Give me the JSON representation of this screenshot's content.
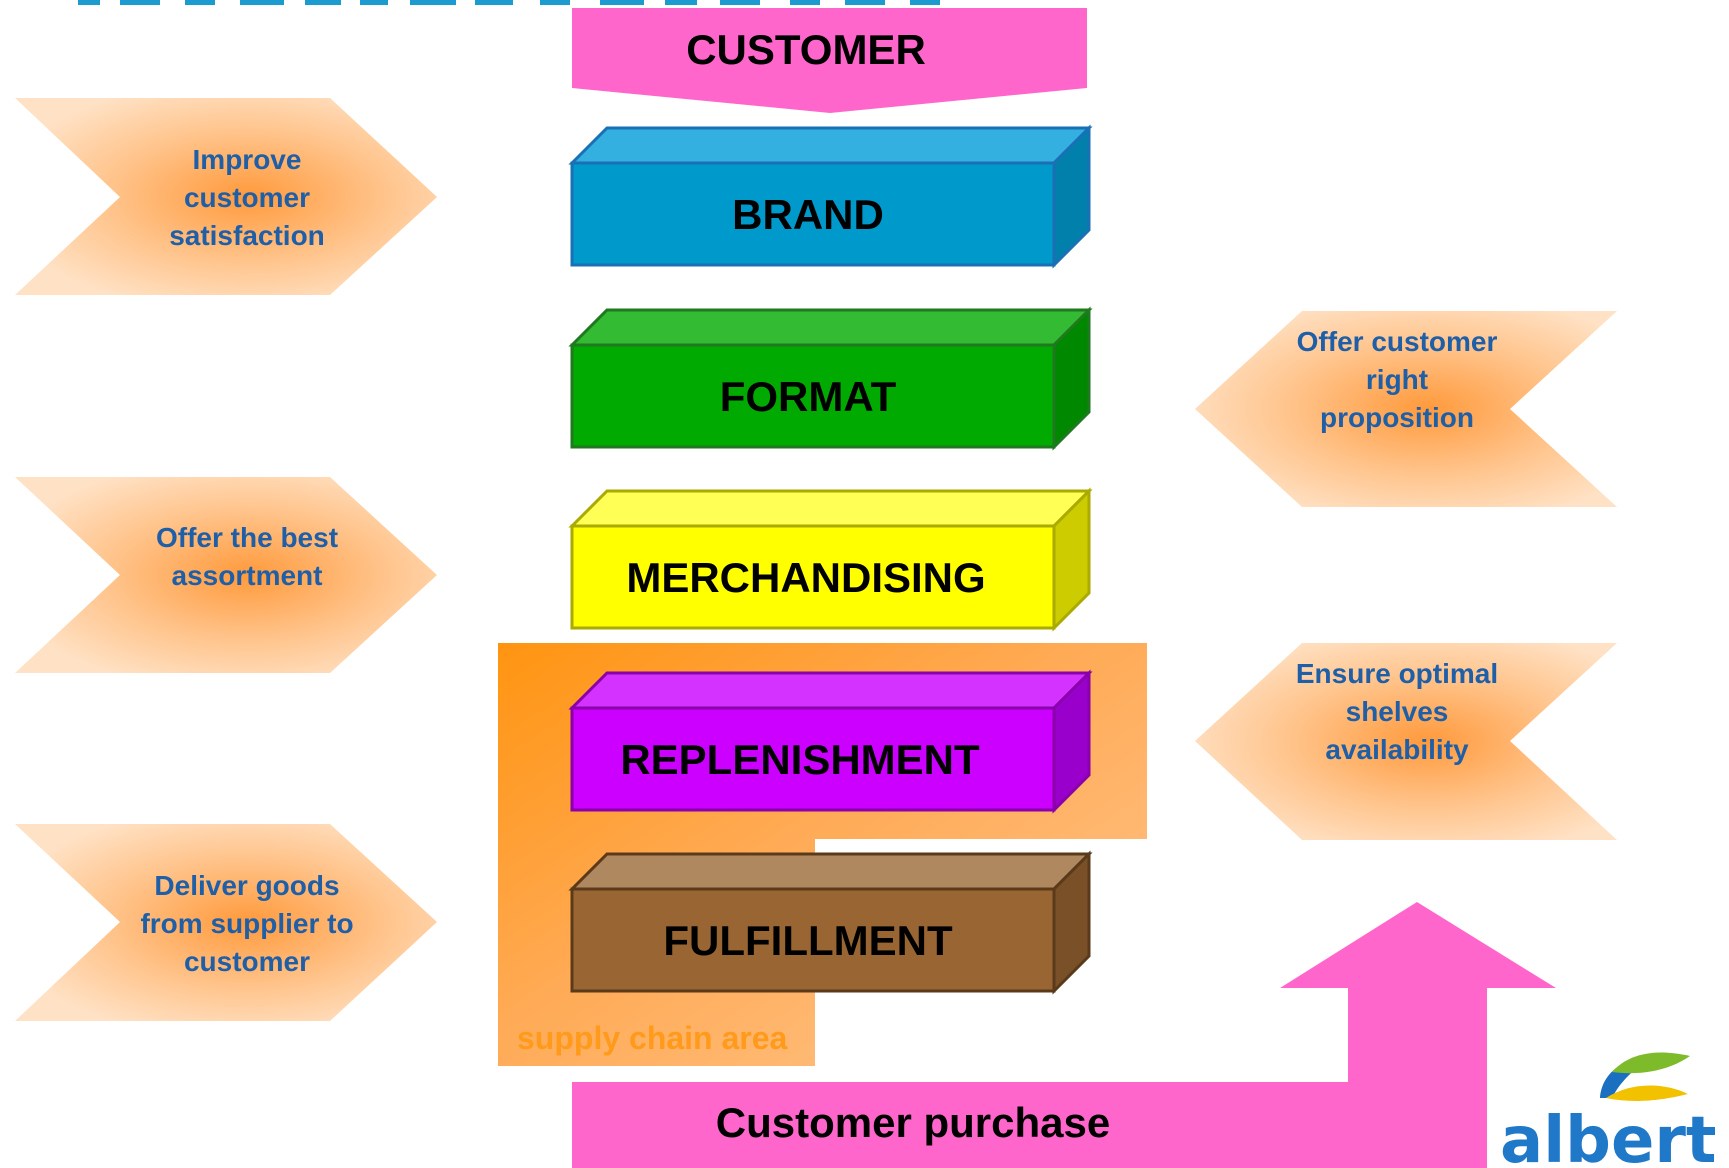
{
  "diagram": {
    "customer_label": "CUSTOMER",
    "layers": [
      {
        "label": "BRAND"
      },
      {
        "label": "FORMAT"
      },
      {
        "label": "MERCHANDISING"
      },
      {
        "label": "REPLENISHMENT"
      },
      {
        "label": "FULFILLMENT"
      }
    ],
    "left_notes": [
      {
        "lines": [
          "Improve",
          "customer",
          "satisfaction"
        ]
      },
      {
        "lines": [
          "Offer the best",
          "assortment"
        ]
      },
      {
        "lines": [
          "Deliver goods",
          "from supplier to",
          "customer"
        ]
      }
    ],
    "right_notes": [
      {
        "lines": [
          "Offer customer",
          "right",
          "proposition"
        ]
      },
      {
        "lines": [
          "Ensure optimal",
          "shelves",
          "availability"
        ]
      }
    ],
    "supply_chain_label": "supply chain area",
    "purchase_label": "Customer purchase"
  },
  "logo": {
    "text": "albert"
  },
  "colors": {
    "customer_pink": "#FF66CC",
    "note_text": "#1F5FA8",
    "supply_orange": "#FF9A1A",
    "brand_blue": "#0099CC",
    "format_green": "#00AA00",
    "merch_yellow": "#FFFF00",
    "replen_purple": "#CC00FF",
    "fulfill_brown": "#996633"
  }
}
